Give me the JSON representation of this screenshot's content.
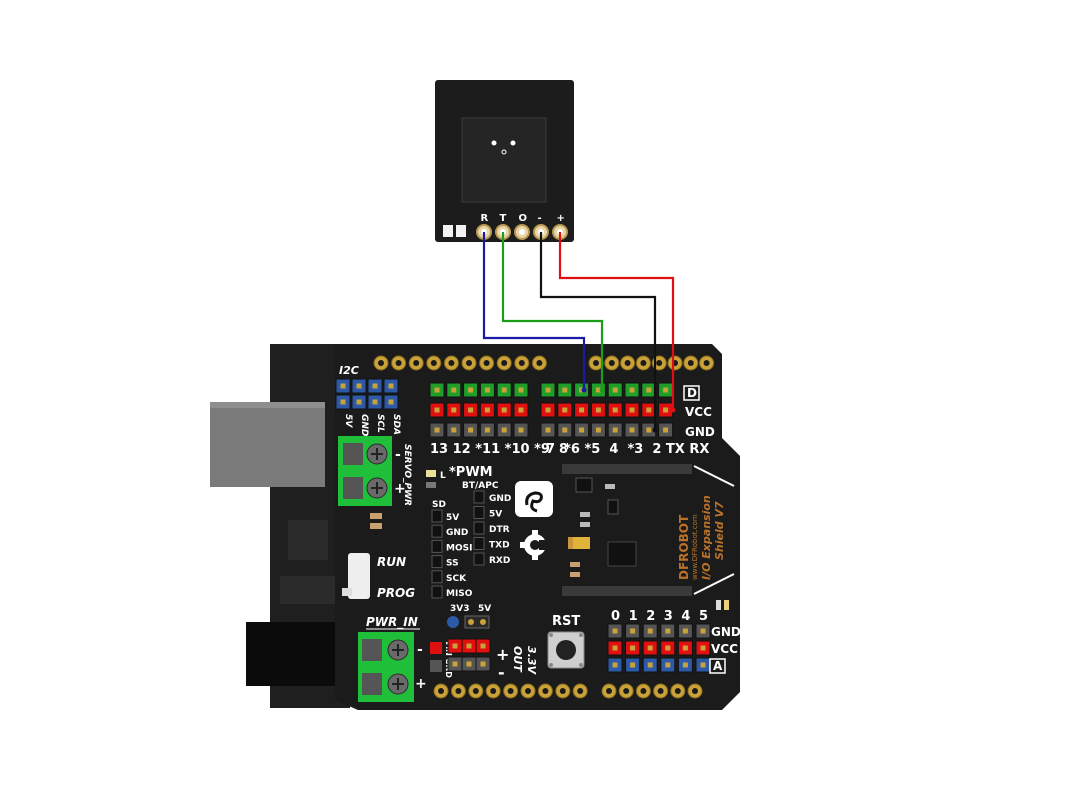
{
  "sensor": {
    "pins": [
      "R",
      "T",
      "O",
      "-",
      "+"
    ]
  },
  "shield": {
    "brand": "DFROBOT",
    "website": "www.DFRobot.com",
    "product_line1": "I/O Expansion",
    "product_line2": "Shield V7",
    "i2c_label": "I2C",
    "i2c_pins": [
      "5V",
      "GND",
      "SCL",
      "SDA"
    ],
    "servo_pwr_label": "SERVO_PWR",
    "servo_minus": "-",
    "servo_plus": "+",
    "digital_row_labels": [
      "D",
      "VCC",
      "GND"
    ],
    "digital_pins_left": "13 12 *11 *10 *9  8",
    "digital_pins_right": "7  *6 *5  4  *3  2 TX RX",
    "pwm_note": "*PWM",
    "led_label": "L",
    "btapc_label": "BT/APC",
    "btapc_pins": [
      "GND",
      "5V",
      "DTR",
      "TXD",
      "RXD"
    ],
    "sd_label": "SD",
    "sd_pins": [
      "5V",
      "GND",
      "MOSI",
      "SS",
      "SCK",
      "MISO"
    ],
    "run_label": "RUN",
    "prog_label": "PROG",
    "pwr_in_label": "PWR_IN",
    "pwr_minus": "-",
    "pwr_plus": "+",
    "vin_label": "VIN",
    "gnd_label": "GND",
    "v_select": [
      "3V3",
      "5V"
    ],
    "out_label1": "3.3V",
    "out_label2": "OUT",
    "out_plus": "+",
    "out_minus": "-",
    "rst_label": "RST",
    "analog_pins": [
      "0",
      "1",
      "2",
      "3",
      "4",
      "5"
    ],
    "analog_row_labels": [
      "GND",
      "VCC",
      "A"
    ]
  },
  "wires": [
    {
      "from": "R",
      "to": "digital pin 5",
      "color": "#1a1aa6"
    },
    {
      "from": "T",
      "to": "digital pin 4",
      "color": "#1a9e1a"
    },
    {
      "from": "-",
      "to": "digital GND",
      "color": "#111111"
    },
    {
      "from": "+",
      "to": "digital VCC",
      "color": "#e01010"
    }
  ]
}
